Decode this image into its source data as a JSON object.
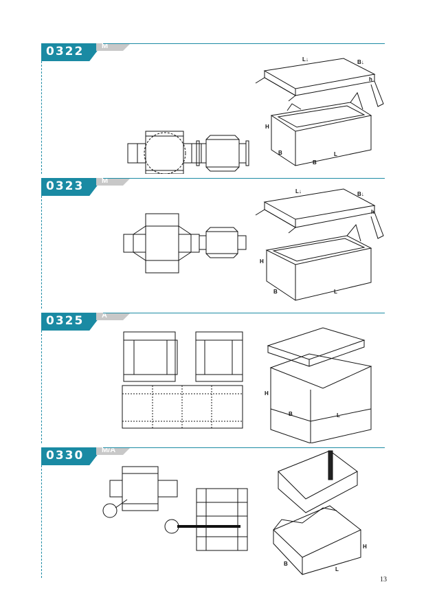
{
  "sections": [
    {
      "code": "0322",
      "type": "M",
      "labels": {
        "L1": "L↓",
        "B1": "B↓",
        "h": "h",
        "H": "H",
        "B": "B",
        "L": "L",
        "B2": "B"
      }
    },
    {
      "code": "0323",
      "type": "M",
      "labels": {
        "L1": "L↓",
        "B1": "B↓",
        "h": "h",
        "H": "H",
        "B": "B",
        "L": "L"
      }
    },
    {
      "code": "0325",
      "type": "A",
      "labels": {
        "H": "H",
        "B": "B",
        "L": "L"
      }
    },
    {
      "code": "0330",
      "type": "M/A",
      "labels": {
        "H": "H",
        "B": "B",
        "L": "L"
      }
    }
  ],
  "page_number": "13",
  "colors": {
    "accent": "#1a8aa3",
    "badge_gray": "#c8c8c8",
    "line": "#111111"
  }
}
